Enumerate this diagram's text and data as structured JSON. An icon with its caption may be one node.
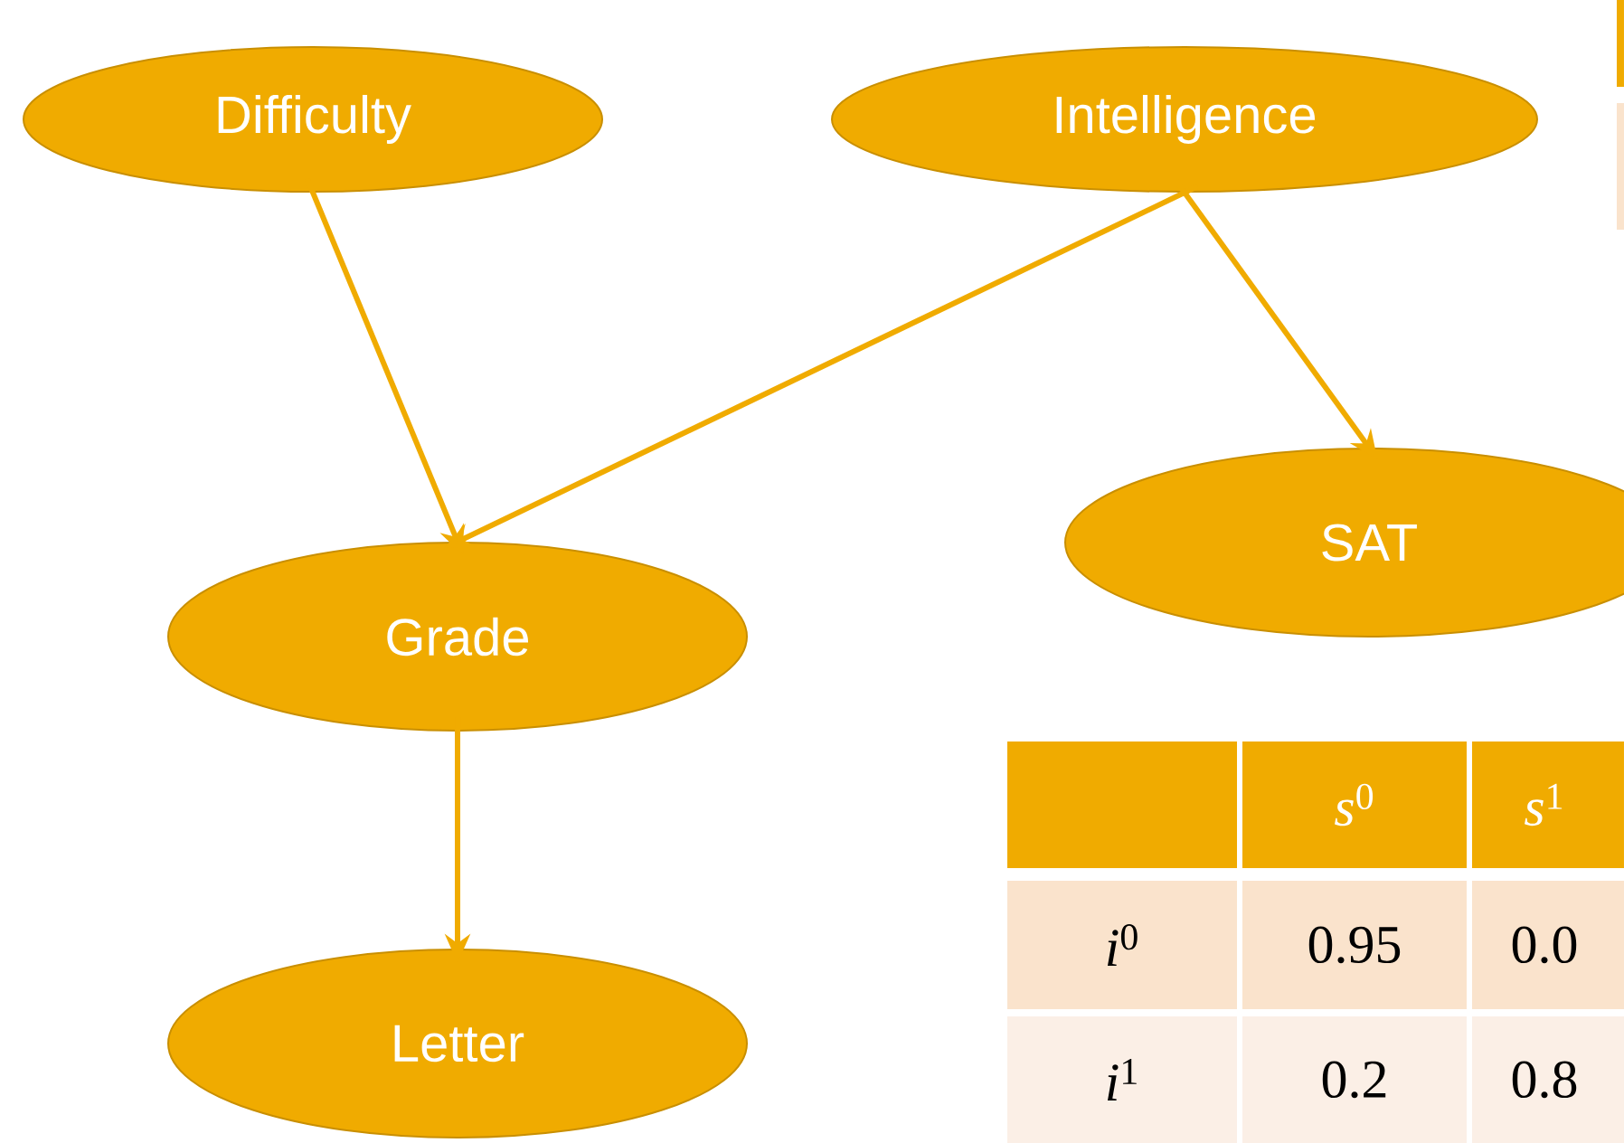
{
  "diagram": {
    "nodes": [
      {
        "text": [
          "Difficulty"
        ]
      },
      {
        "text": [
          "Intelligence"
        ]
      },
      {
        "text": [
          "SAT"
        ]
      },
      {
        "text": [
          "Grade"
        ]
      },
      {
        "text": [
          "Letter"
        ]
      }
    ],
    "edges": [
      {
        "from": 0,
        "to": 3,
        "arrow": "to"
      },
      {
        "from": 1,
        "to": 3,
        "arrow": "to"
      },
      {
        "from": 1,
        "to": 2,
        "arrow": "to"
      },
      {
        "from": 3,
        "to": 4,
        "arrow": "to"
      }
    ],
    "labels": [
      "*s*$^{0}$",
      "*s*$^{1}$",
      "*i*$^{0}$",
      "0.95",
      "0.0",
      "*i*$^{1}$",
      "0.2",
      "0.8"
    ]
  }
}
